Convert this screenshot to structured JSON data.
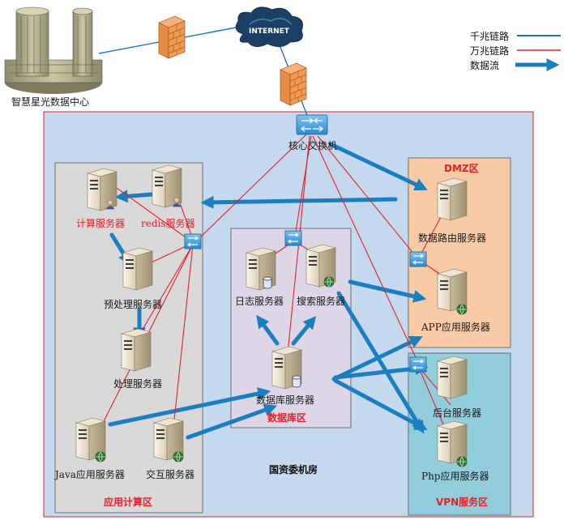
{
  "datacenter": {
    "label": "智慧星光数据中心"
  },
  "internet": {
    "label": "INTERNET"
  },
  "legend": {
    "gigabit": "千兆链路",
    "ten_gigabit": "万兆链路",
    "data_flow": "数据流"
  },
  "core_switch": {
    "label": "核心交换机"
  },
  "room": {
    "label": "国资委机房"
  },
  "zones": {
    "app": {
      "title": "应用计算区"
    },
    "db": {
      "title": "数据库区"
    },
    "dmz": {
      "title": "DMZ区"
    },
    "vpn": {
      "title": "VPN服务区"
    }
  },
  "servers": {
    "compute": "计算服务器",
    "redis": "redis服务器",
    "preprocess": "预处理服务器",
    "process": "处理服务器",
    "java_app": "Java应用服务器",
    "interactive": "交互服务器",
    "log": "日志服务器",
    "search": "搜索服务器",
    "database": "数据库服务器",
    "data_router": "数据路由服务器",
    "app_server": "APP应用服务器",
    "backend": "后台服务器",
    "php": "Php应用服务器"
  },
  "colors": {
    "gigabit": "#1e6fd6",
    "ten_gigabit": "#e8202a",
    "data_flow": "#1b7fbf",
    "room_bg": "#c5d9ee",
    "app_zone_bg": "#d9d9d9",
    "db_zone_bg": "#dcd6e6",
    "dmz_bg": "#f8cba6",
    "vpn_bg": "#92cddc"
  }
}
